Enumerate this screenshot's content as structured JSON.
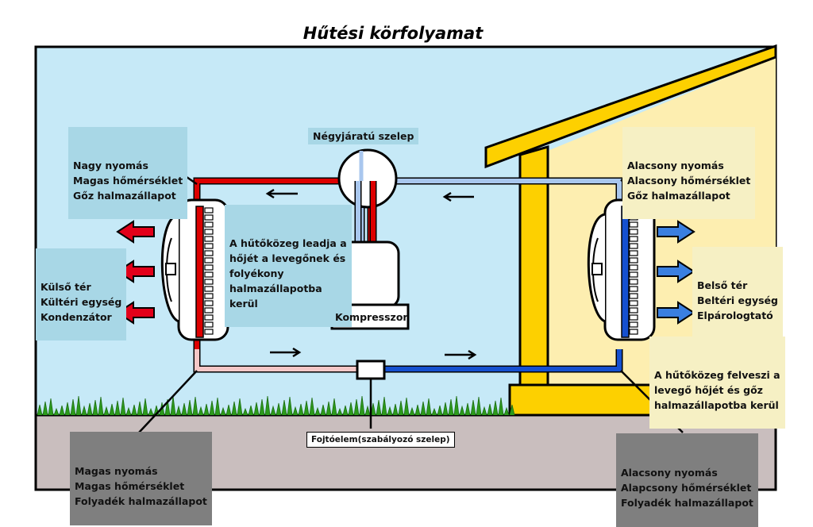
{
  "title": "Hűtési körfolyamat",
  "labels": {
    "outdoor_state": [
      "Nagy nyomás",
      "Magas hőmérséklet",
      "Gőz halmazállapot"
    ],
    "valve": "Négyjáratú szelep",
    "indoor_state": [
      "Alacsony nyomás",
      "Alacsony hőmérséklet",
      "Gőz halmazállapot"
    ],
    "outdoor_unit": [
      "Külső tér",
      "Kültéri egység",
      "Kondenzátor"
    ],
    "condenser_desc": [
      "A hűtőközeg leadja a",
      "hőjét a levegőnek és",
      "folyékony",
      "halmazállapotba",
      "kerül"
    ],
    "compressor": "Kompresszor",
    "indoor_unit": [
      "Belső tér",
      "Beltéri egység",
      "Elpárologtató"
    ],
    "evaporator_desc": [
      "A hűtőközeg felveszi a",
      "levegő hőjét és gőz",
      "halmazállapotba kerül"
    ],
    "liquid_high": [
      "Magas nyomás",
      "Magas hőmérséklet",
      "Folyadék halmazállapot"
    ],
    "expansion": "Fojtóelem(szabályozó szelep)",
    "liquid_low": [
      "Alacsony nyomás",
      "Alapcsony hőmérséklet",
      "Folyadék halmazállapot"
    ]
  },
  "colors": {
    "sky": "#c6e9f7",
    "ground": "#c9bebe",
    "house_wall": "#fdeeb0",
    "house_frame": "#fdd000",
    "pipe_hot_gas": "#dd0000",
    "pipe_cold_gas": "#a9c7ee",
    "pipe_warm_liquid": "#f4c7c7",
    "pipe_cold_liquid": "#1550d0",
    "arrow_hot": "#e2001a",
    "arrow_cold": "#3a7fe0",
    "grass": "#2c9a1c"
  },
  "icons": [
    "fan-icon",
    "heat-exchanger-icon",
    "compressor-icon",
    "four-way-valve-icon",
    "expansion-valve-icon",
    "airflow-arrow-icon",
    "flow-arrow-icon",
    "grass-icon"
  ]
}
